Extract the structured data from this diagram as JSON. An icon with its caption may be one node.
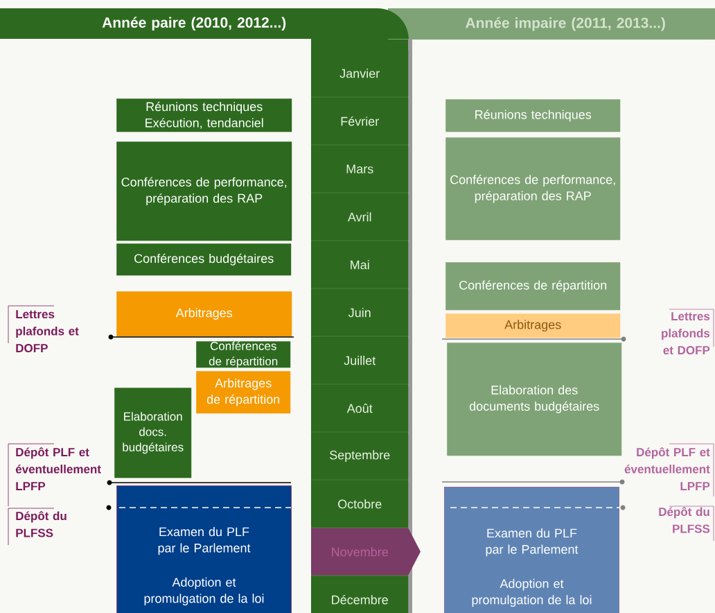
{
  "diagram": {
    "nodes": [
      {
        "text": [
          "Année paire (2010, 2012...)"
        ]
      },
      {
        "text": [
          "Année impaire (2011, 2013...)"
        ]
      },
      {
        "text": [
          "Janvier"
        ]
      },
      {
        "text": [
          "Février"
        ]
      },
      {
        "text": [
          "Mars"
        ]
      },
      {
        "text": [
          "Avril"
        ]
      },
      {
        "text": [
          "Mai"
        ]
      },
      {
        "text": [
          "Juin"
        ]
      },
      {
        "text": [
          "Juillet"
        ]
      },
      {
        "text": [
          "Août"
        ]
      },
      {
        "text": [
          "Septembre"
        ]
      },
      {
        "text": [
          "Octobre"
        ]
      },
      {
        "text": [
          "Novembre"
        ]
      },
      {
        "text": [
          "Décembre"
        ]
      },
      {
        "text": [
          "Réunions techniques Exécution, tendanciel"
        ]
      },
      {
        "text": [
          "Conférences de performance, préparation des RAP"
        ]
      },
      {
        "text": [
          "Conférences budgétaires"
        ]
      },
      {
        "text": [
          "Arbitrages"
        ]
      },
      {
        "text": [
          "Conférences de répartition"
        ]
      },
      {
        "text": [
          "Arbitrages de répartition"
        ]
      },
      {
        "text": [
          "Elaboration docs. budgétaires"
        ]
      },
      {
        "text": [
          "Examen du PLF par le Parlement",
          "Adoption et promulgation de la loi"
        ]
      },
      {
        "text": [
          "Réunions techniques"
        ]
      },
      {
        "text": [
          "Conférences de performance, préparation des RAP"
        ]
      },
      {
        "text": [
          "Conférences de répartition"
        ]
      },
      {
        "text": [
          "Arbitrages"
        ]
      },
      {
        "text": [
          "Elaboration des documents budgétaires"
        ]
      },
      {
        "text": [
          "Examen du PLF par le Parlement",
          "Adoption et promulgation de la loi"
        ]
      }
    ],
    "labels": [
      "Lettres plafonds et DOFP",
      "Lettres plafonds et DOFP",
      "Dépôt PLF et éventuellement LPFP",
      "Dépôt PLF et éventuellement LPFP",
      "Dépôt du PLFSS",
      "Dépôt du PLFSS"
    ]
  }
}
